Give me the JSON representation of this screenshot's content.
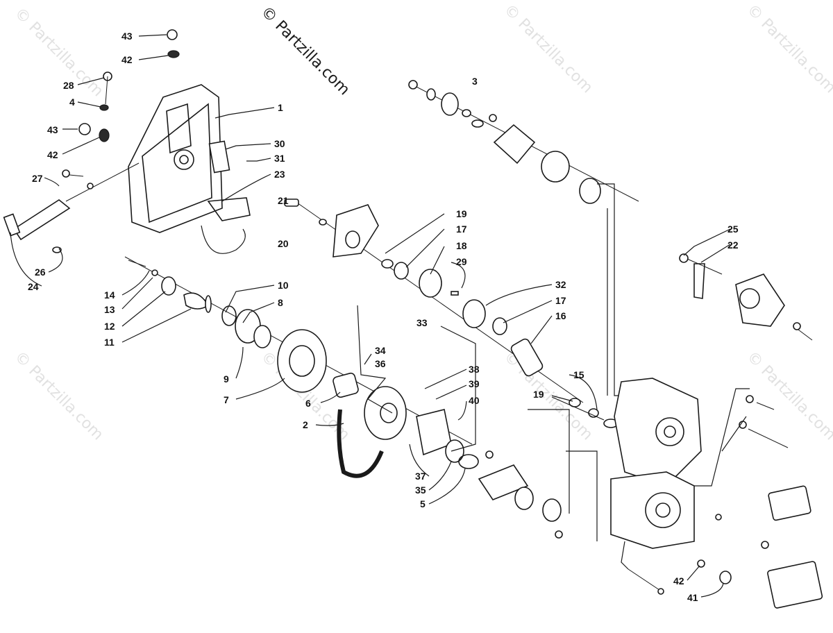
{
  "watermark": {
    "main_text": "© Partzilla.com",
    "repeat_text": "© Partzilla.com"
  },
  "callouts": {
    "c1": "1",
    "c2": "2",
    "c3": "3",
    "c4": "4",
    "c5": "5",
    "c6": "6",
    "c7": "7",
    "c8": "8",
    "c9": "9",
    "c10": "10",
    "c11": "11",
    "c12": "12",
    "c13": "13",
    "c14": "14",
    "c15": "15",
    "c16": "16",
    "c17": "17",
    "c17b": "17",
    "c18": "18",
    "c19": "19",
    "c19b": "19",
    "c20": "20",
    "c21": "21",
    "c22": "22",
    "c23": "23",
    "c24": "24",
    "c25": "25",
    "c26": "26",
    "c27": "27",
    "c28": "28",
    "c29": "29",
    "c30": "30",
    "c31": "31",
    "c32": "32",
    "c33": "33",
    "c34": "34",
    "c35": "35",
    "c36": "36",
    "c37": "37",
    "c38": "38",
    "c39": "39",
    "c40": "40",
    "c41": "41",
    "c42a": "42",
    "c42b": "42",
    "c42c": "42",
    "c43a": "43",
    "c43b": "43"
  },
  "colors": {
    "ink": "#1a1a1a",
    "watermark": "#c9c9c9"
  }
}
